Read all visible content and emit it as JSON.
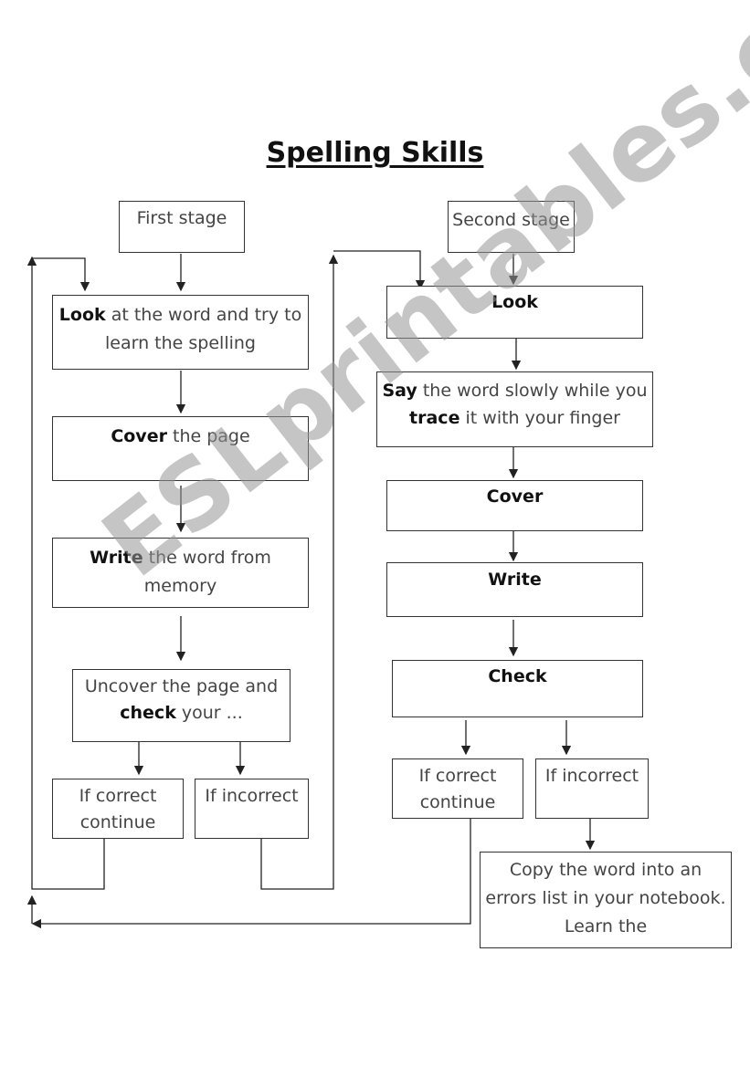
{
  "title": "Spelling Skills",
  "watermark": "ESLprintables.com",
  "stage1": {
    "label": "First stage",
    "look": {
      "bold": "Look",
      "rest": " at the word and try to learn the spelling"
    },
    "cover": {
      "bold": "Cover",
      "rest": " the page"
    },
    "write": {
      "bold": "Write",
      "rest": " the word from memory"
    },
    "check": {
      "pre": "Uncover the page and ",
      "bold": "check",
      "post": " your ..."
    },
    "correct": "If correct continue",
    "incorrect": "If incorrect"
  },
  "stage2": {
    "label": "Second stage",
    "look": "Look",
    "say": {
      "bold": "Say",
      "mid": " the word slowly while you ",
      "bold2": "trace",
      "post": " it with your finger"
    },
    "cover": "Cover",
    "write": "Write",
    "check": "Check",
    "correct": "If correct continue",
    "incorrect": "If incorrect",
    "copy": "Copy the word into an errors list in your notebook. Learn the"
  }
}
